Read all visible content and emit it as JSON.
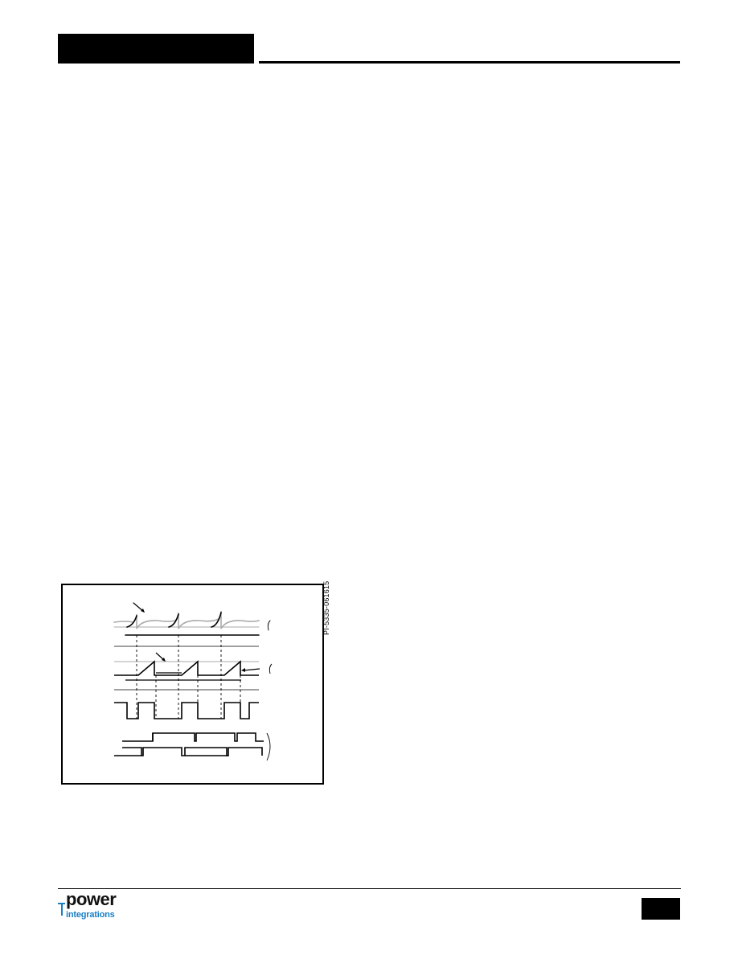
{
  "header": {
    "block_color": "#000000"
  },
  "figure": {
    "id_label": "PI-5335-061615"
  },
  "footer": {
    "logo_top": "power",
    "logo_bottom": "integrations",
    "logo_accent_color": "#1a7fc4"
  }
}
